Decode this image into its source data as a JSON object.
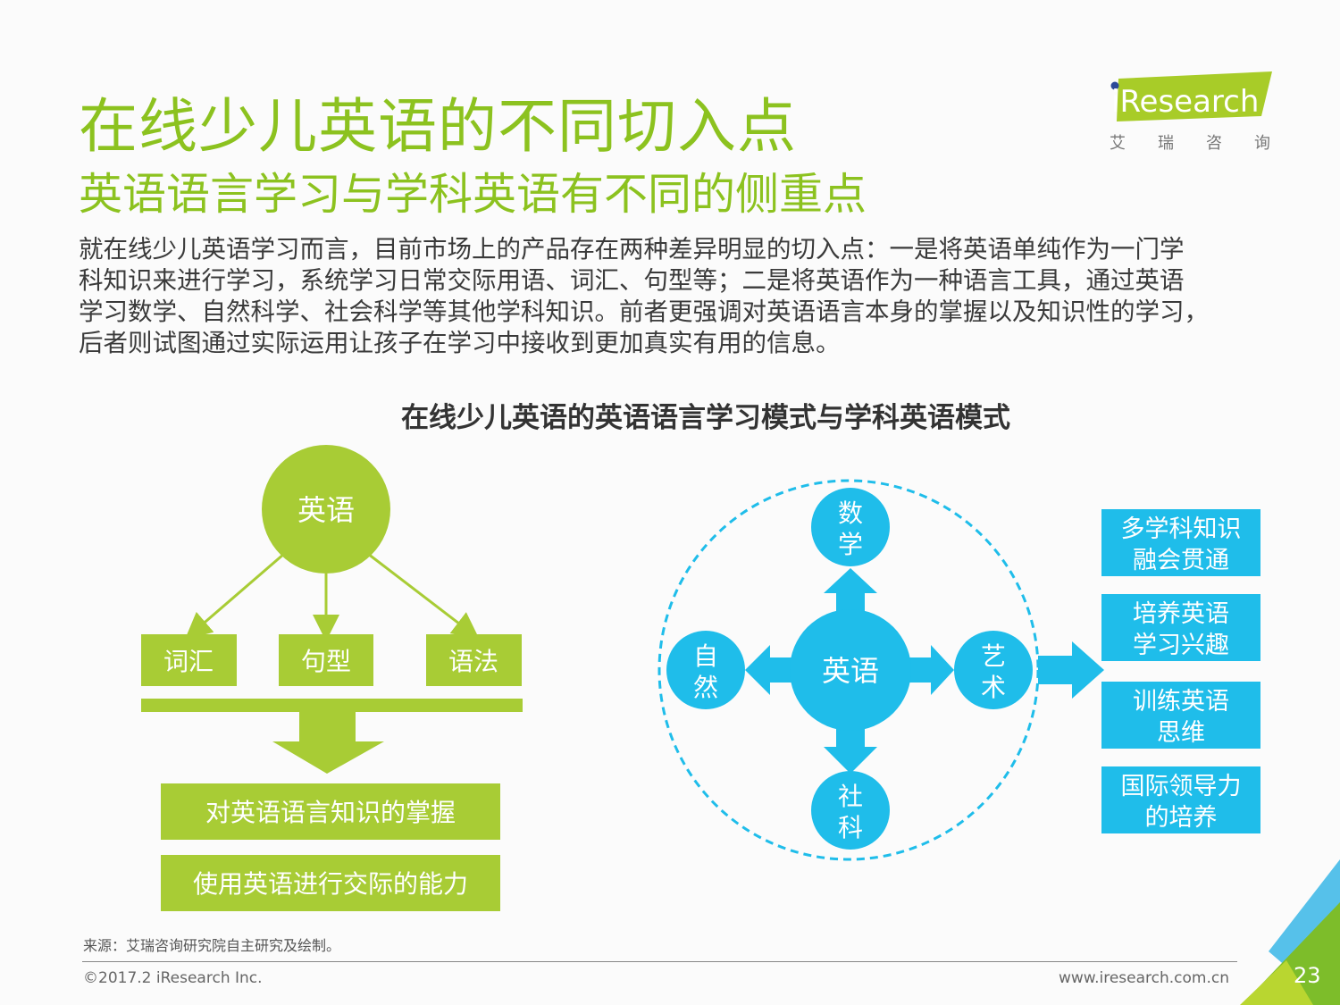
{
  "header": {
    "title": "在线少儿英语的不同切入点",
    "subtitle": "英语语言学习与学科英语有不同的侧重点"
  },
  "logo": {
    "brand": "iResearch",
    "cn": [
      "艾",
      "瑞",
      "咨",
      "询"
    ]
  },
  "body": {
    "lines": [
      "就在线少儿英语学习而言，目前市场上的产品存在两种差异明显的切入点：一是将英语单纯作为一门学",
      "科知识来进行学习，系统学习日常交际用语、词汇、句型等；二是将英语作为一种语言工具，通过英语",
      "学习数学、自然科学、社会科学等其他学科知识。前者更强调对英语语言本身的掌握以及知识性的学习，",
      "后者则试图通过实际运用让孩子在学习中接收到更加真实有用的信息。"
    ]
  },
  "diagram": {
    "title": "在线少儿英语的英语语言学习模式与学科英语模式",
    "left": {
      "root": "英语",
      "children": [
        "词汇",
        "句型",
        "语法"
      ],
      "results": [
        "对英语语言知识的掌握",
        "使用英语进行交际的能力"
      ]
    },
    "right": {
      "center": "英语",
      "satellites": {
        "top": [
          "数",
          "学"
        ],
        "left": [
          "自",
          "然"
        ],
        "right": [
          "艺",
          "术"
        ],
        "bottom": [
          "社",
          "科"
        ]
      },
      "outcomes": [
        [
          "多学科知识",
          "融会贯通"
        ],
        [
          "培养英语",
          "学习兴趣"
        ],
        [
          "训练英语",
          "思维"
        ],
        [
          "国际领导力",
          "的培养"
        ]
      ]
    }
  },
  "footer": {
    "source": "来源：艾瑞咨询研究院自主研究及绘制。",
    "copyright": "©2017.2 iResearch Inc.",
    "url": "www.iresearch.com.cn",
    "page": "23"
  },
  "colors": {
    "green": "#a8cc35",
    "title_green": "#8cc21f",
    "blue": "#1fbdea"
  }
}
